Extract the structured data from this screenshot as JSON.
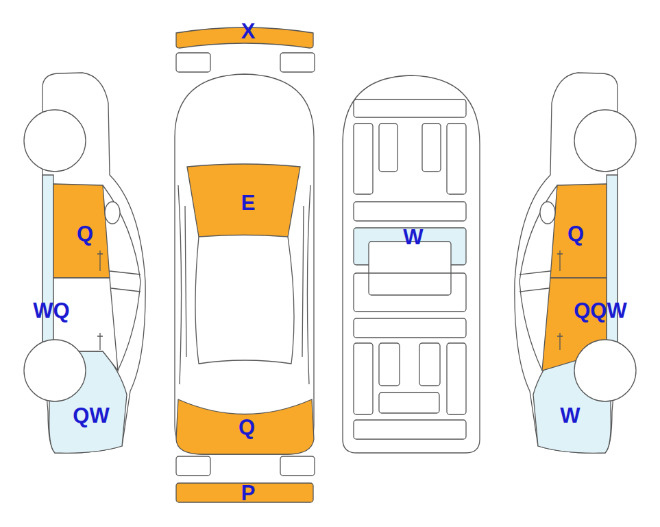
{
  "diagram": {
    "labels": [
      "X",
      "E",
      "Q",
      "W",
      "Q",
      "WQ",
      "QQW",
      "QW",
      "W",
      "Q",
      "P"
    ]
  }
}
